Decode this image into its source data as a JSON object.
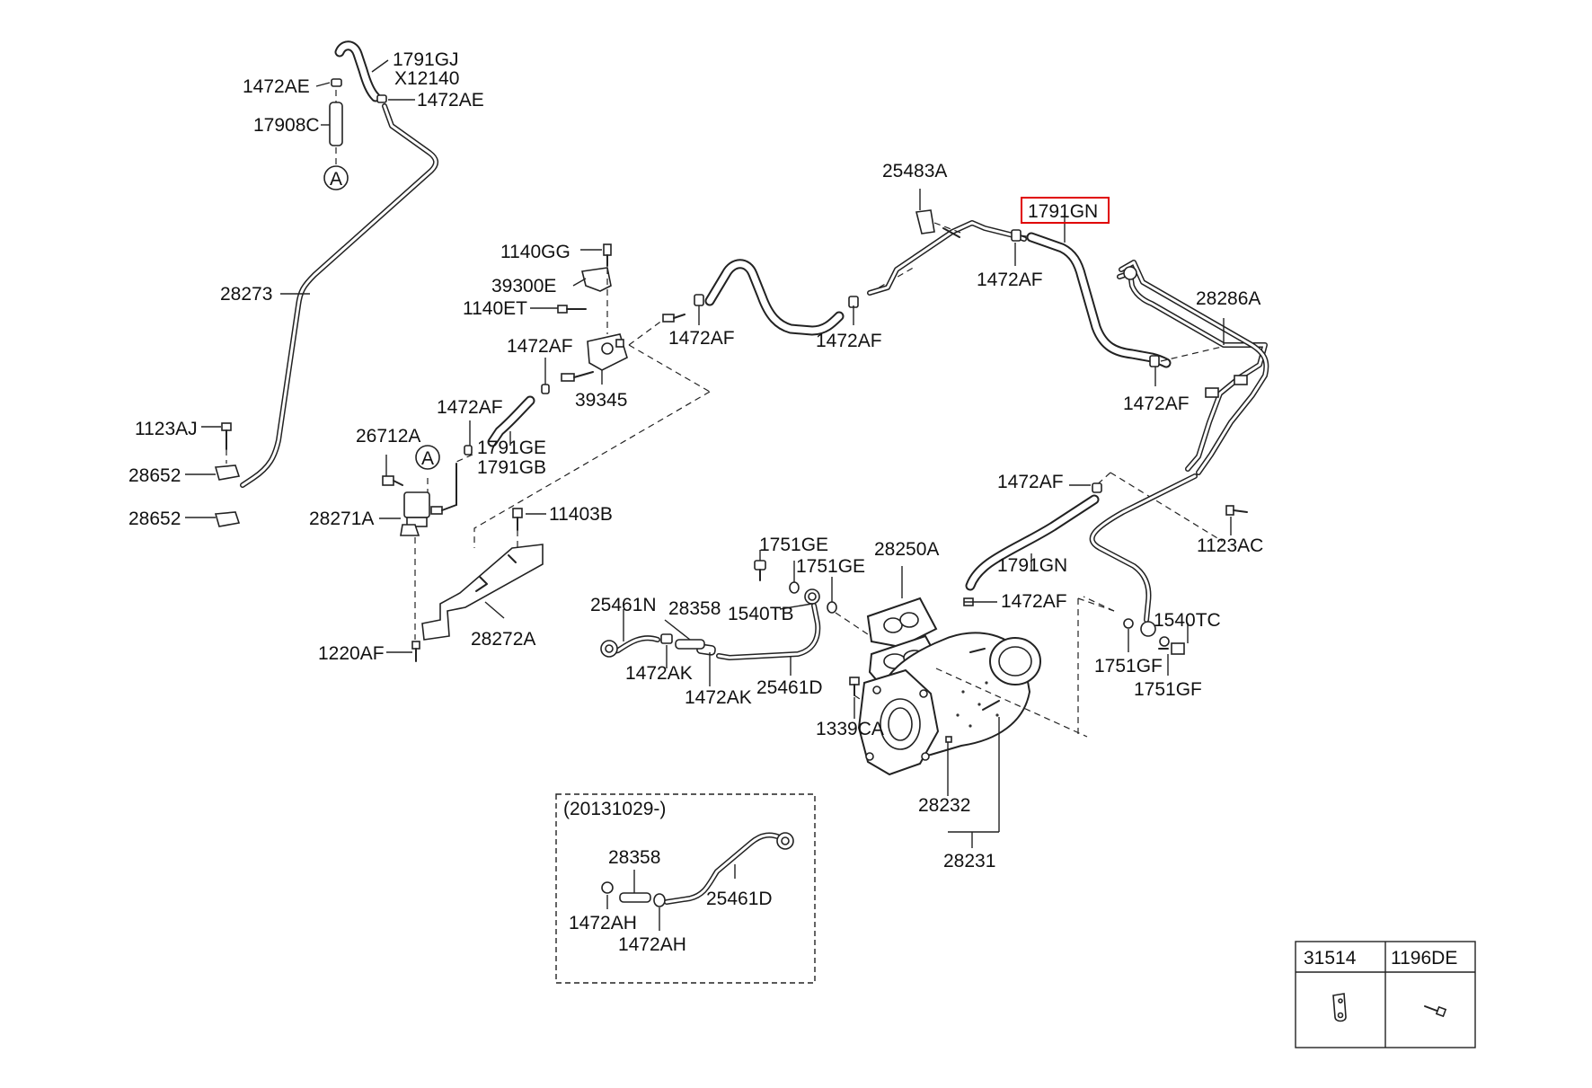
{
  "labels": {
    "p1791GJ": "1791GJ",
    "pX12140": "X12140",
    "p1472AE_a": "1472AE",
    "p1472AE_b": "1472AE",
    "p17908C": "17908C",
    "p28273": "28273",
    "p1123AJ": "1123AJ",
    "p28652_a": "28652",
    "p28652_b": "28652",
    "p25483A": "25483A",
    "p1791GN_top": "1791GN",
    "p1472AF_1": "1472AF",
    "p28286A": "28286A",
    "p1472AF_2": "1472AF",
    "p1140GG": "1140GG",
    "p39300E": "39300E",
    "p1140ET": "1140ET",
    "p1472AF_3": "1472AF",
    "p1472AF_4": "1472AF",
    "p1472AF_5": "1472AF",
    "p39345": "39345",
    "p1472AF_6": "1472AF",
    "p26712A": "26712A",
    "p1791GE_a": "1791GE",
    "p1791GB": "1791GB",
    "p28271A": "28271A",
    "p11403B": "11403B",
    "p1472AF_7": "1472AF",
    "p1123AC": "1123AC",
    "p1791GN_bottom": "1791GN",
    "p1751GE_a": "1751GE",
    "p28250A": "28250A",
    "p1751GE_b": "1751GE",
    "p1472AF_8": "1472AF",
    "p25461N": "25461N",
    "p28358_a": "28358",
    "p1540TB": "1540TB",
    "p1540TC": "1540TC",
    "p28272A": "28272A",
    "p1220AF": "1220AF",
    "p1472AK_a": "1472AK",
    "p1472AK_b": "1472AK",
    "p25461D_a": "25461D",
    "p1751GF_a": "1751GF",
    "p1751GF_b": "1751GF",
    "p1339CA": "1339CA",
    "p28232": "28232",
    "p28231": "28231",
    "date_range": "(20131029-)",
    "p28358_b": "28358",
    "p25461D_b": "25461D",
    "p1472AH_a": "1472AH",
    "p1472AH_b": "1472AH"
  },
  "callout_ref": "A",
  "highlighted_part": "1791GN",
  "highlight_color": "#e00000",
  "legend_table": {
    "headers": [
      "31514",
      "1196DE"
    ]
  }
}
